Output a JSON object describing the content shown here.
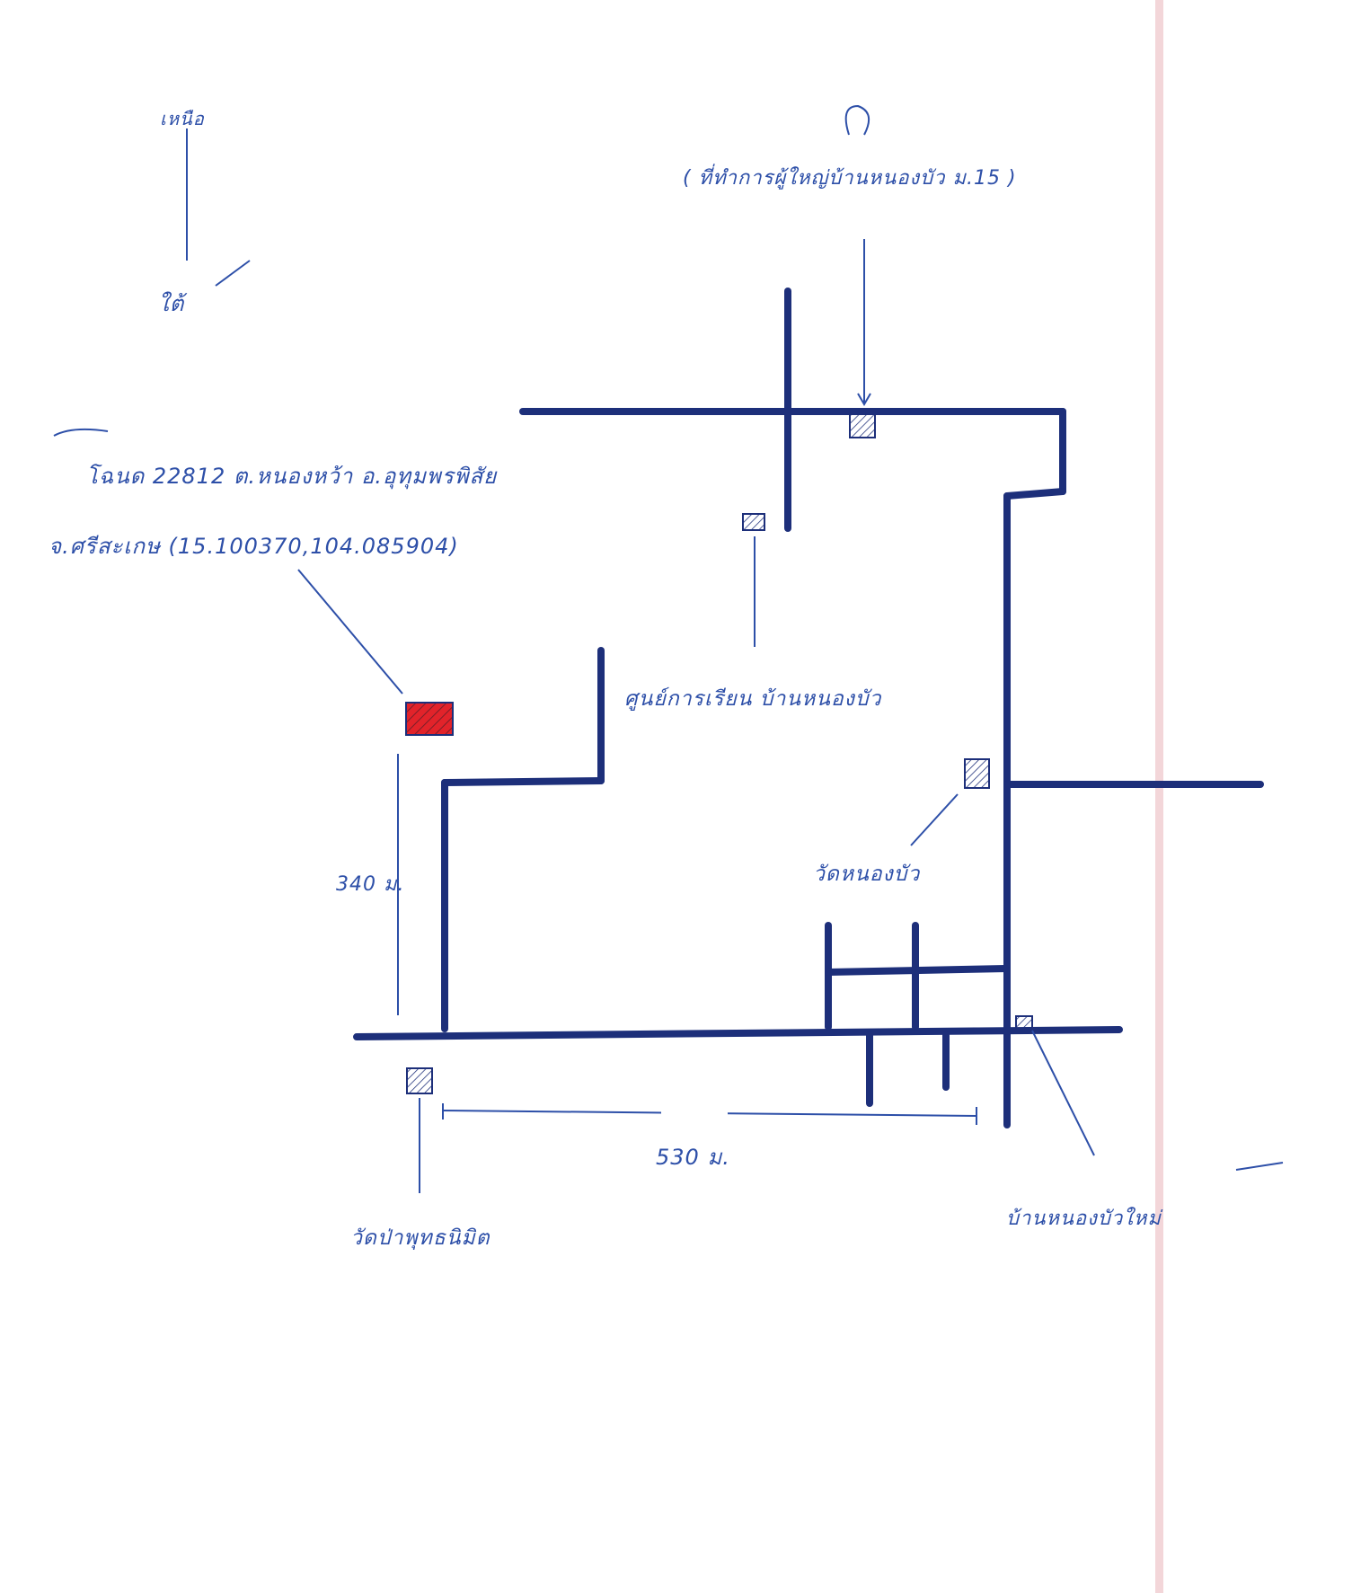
{
  "compass": {
    "north": "เหนือ",
    "south": "ใต้"
  },
  "site": {
    "line1": "โฉนด 22812 ต.หนองหว้า อ.อุทุมพรพิสัย",
    "line2": "จ.ศรีสะเกษ (15.100370,104.085904)",
    "highlight_color": "#e2232a"
  },
  "labels": {
    "village_hall": "( ที่ทำการผู้ใหญ่บ้านหนองบัว ม.15 )",
    "learning_center": "ศูนย์การเรียน บ้านหนองบัว",
    "wat_nong_bua": "วัดหนองบัว",
    "wat_pa": "วัดป่าพุทธนิมิต",
    "ban_nong_bua_mai": "บ้านหนองบัวใหม่"
  },
  "distances": {
    "vertical": "340 ม.",
    "horizontal": "530 ม."
  },
  "colors": {
    "ink": "#2d4fa8",
    "road": "#1d2f7a",
    "margin": "#f3d6d9"
  }
}
